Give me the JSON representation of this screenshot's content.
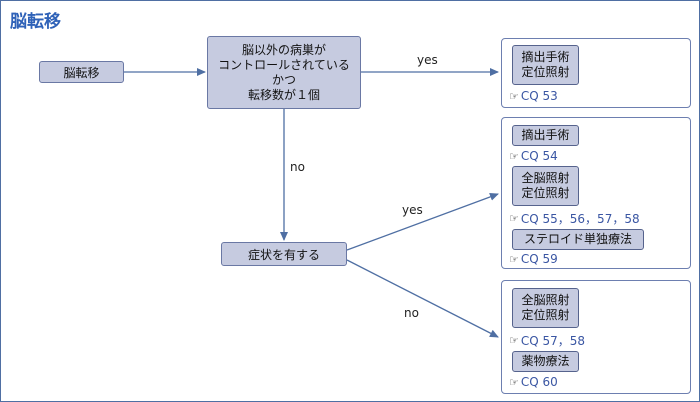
{
  "title": "脳転移",
  "nodes": {
    "start": "脳転移",
    "condition_lines": [
      "脳以外の病巣が",
      "コントロールされている",
      "かつ",
      "転移数が１個"
    ],
    "symptom": "症状を有する"
  },
  "edge_labels": {
    "cond_yes": "yes",
    "cond_no": "no",
    "sym_yes": "yes",
    "sym_no": "no"
  },
  "hand_icon": "☞",
  "panels": {
    "p1": {
      "t1_lines": [
        "摘出手術",
        "定位照射"
      ],
      "cq1": "CQ 53"
    },
    "p2": {
      "t1": "摘出手術",
      "cq1": "CQ 54",
      "t2_lines": [
        "全脳照射",
        "定位照射"
      ],
      "cq2": "CQ 55，56，57，58",
      "t3": "ステロイド単独療法",
      "cq3": "CQ 59"
    },
    "p3": {
      "t1_lines": [
        "全脳照射",
        "定位照射"
      ],
      "cq1": "CQ 57，58",
      "t2": "薬物療法",
      "cq2": "CQ 60"
    }
  },
  "colors": {
    "box_fill": "#c6cbe0",
    "arrow": "#4f6fa3",
    "cq_text": "#3a56a3",
    "title": "#2f62b8"
  }
}
